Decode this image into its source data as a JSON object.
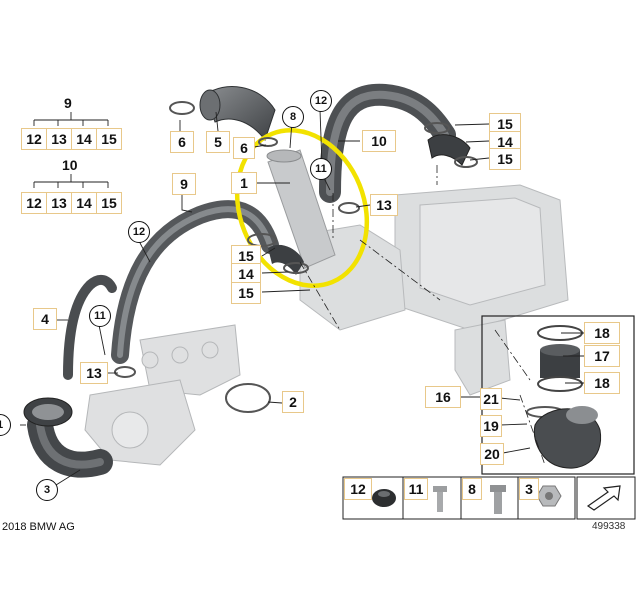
{
  "legend_groups": [
    {
      "parent": "9",
      "children": [
        "12",
        "13",
        "14",
        "15"
      ]
    },
    {
      "parent": "10",
      "children": [
        "12",
        "13",
        "14",
        "15"
      ]
    }
  ],
  "callouts": {
    "c1": "1",
    "c2": "2",
    "c3": "3",
    "c4": "4",
    "c5": "5",
    "c6a": "6",
    "c6b": "6",
    "c8": "8",
    "c9": "9",
    "c10": "10",
    "c11a": "11",
    "c11b": "11",
    "c12a": "12",
    "c12b": "12",
    "c13a": "13",
    "c13b": "13",
    "c14a": "14",
    "c14b": "14",
    "c15a": "15",
    "c15b": "15",
    "c15c": "15",
    "c15d": "15",
    "c16": "16",
    "c17": "17",
    "c18a": "18",
    "c18b": "18",
    "c19": "19",
    "c20": "20",
    "c21": "21"
  },
  "parts_strip": [
    "12",
    "11",
    "8",
    "3"
  ],
  "copyright": "2018 BMW AG",
  "diagram_number": "499338",
  "colors": {
    "highlight": "#f2e200",
    "callout_border": "#e8c88a",
    "hose": "#5d6063",
    "ghost": "#c9cbcc"
  }
}
